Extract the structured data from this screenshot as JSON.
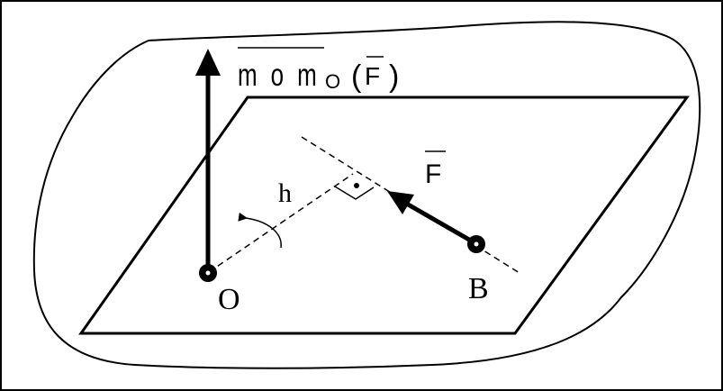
{
  "labels": {
    "moment_main": "mom",
    "moment_sub": "O",
    "moment_arg_open": "(",
    "moment_arg": "F",
    "moment_arg_close": ")",
    "h": "h",
    "force": "F",
    "point_o": "O",
    "point_b": "B"
  },
  "colors": {
    "stroke": "#000000",
    "background": "#ffffff"
  }
}
